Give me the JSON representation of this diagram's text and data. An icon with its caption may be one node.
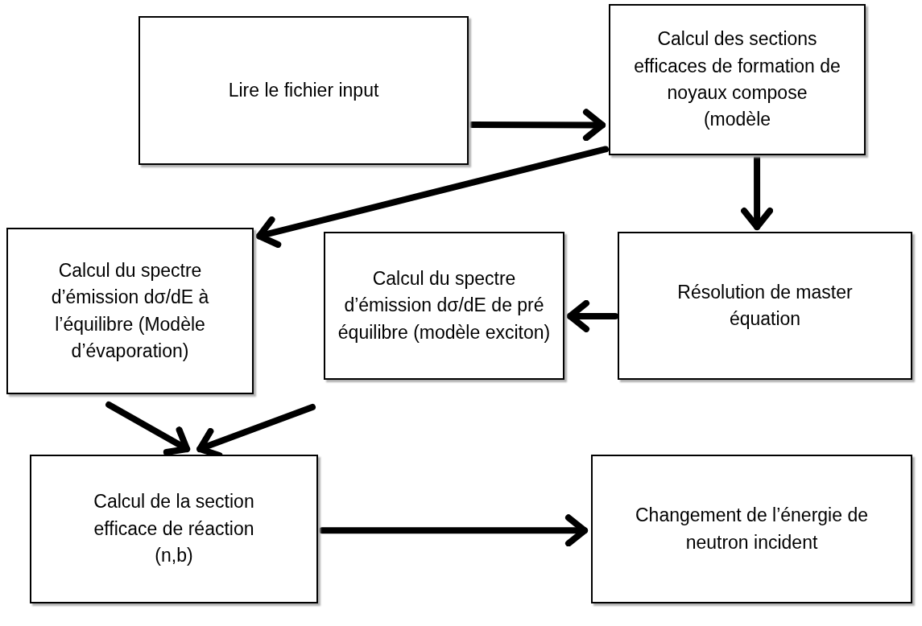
{
  "diagram": {
    "nodes": [
      {
        "text": [
          "Lire le fichier input"
        ]
      },
      {
        "text": [
          "Calcul des sections efficaces de formation de noyaux compose (modèle"
        ]
      },
      {
        "text": [
          "Calcul du spectre d’émission dσ/dE à l’équilibre (Modèle d’évaporation)"
        ]
      },
      {
        "text": [
          "Calcul du spectre d’émission dσ/dE de pré équilibre (modèle exciton)"
        ]
      },
      {
        "text": [
          "Résolution de master équation"
        ]
      },
      {
        "text": [
          "Calcul de la section efficace de réaction (n,b)"
        ]
      },
      {
        "text": [
          "Changement de l’énergie de neutron incident"
        ]
      }
    ],
    "edges": [
      {
        "from": 0,
        "to": 1,
        "arrow": "to"
      },
      {
        "from": 1,
        "to": 2,
        "arrow": "to"
      },
      {
        "from": 1,
        "to": 4,
        "arrow": "to"
      },
      {
        "from": 4,
        "to": 3,
        "arrow": "to"
      },
      {
        "from": 2,
        "to": 5,
        "arrow": "to"
      },
      {
        "from": 3,
        "to": 5,
        "arrow": "to"
      },
      {
        "from": 5,
        "to": 6,
        "arrow": "to"
      }
    ]
  }
}
